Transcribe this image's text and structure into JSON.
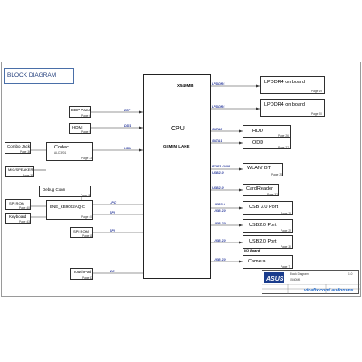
{
  "title": "BLOCK DIAGRAM",
  "cpu": {
    "model": "X540MB",
    "name": "CPU",
    "platform": "GEMINI LAKE"
  },
  "left_blocks": {
    "edp": {
      "label": "EDP Panel",
      "page": "Page 6"
    },
    "hdmi": {
      "label": "HDMI",
      "page": "Page 9"
    },
    "combo": {
      "label": "Combo Jack",
      "page": "Page 36"
    },
    "codec": {
      "label": "Codec",
      "sub": "ALC3201",
      "page": "Page 33"
    },
    "speaker": {
      "label": "MIC/SPEAKER",
      "page": "Page 35"
    },
    "debug": {
      "label": "Debug Conn",
      "page": "Page 37"
    },
    "ene": {
      "label": "ENE_KB9002AQ-C",
      "page": "Page 40"
    },
    "spi_rom1": {
      "label": "SPI ROM",
      "page": "Page 40"
    },
    "keyboard": {
      "label": "Keyboard",
      "page": "Page 43"
    },
    "spi_rom2": {
      "label": "SPI ROM",
      "page": "Page 11"
    },
    "touchpad": {
      "label": "TouchPad",
      "page": "Page 43"
    }
  },
  "right_blocks": {
    "lpddr1": {
      "label": "LPDDR4 on board",
      "page": "Page 19"
    },
    "lpddr2": {
      "label": "LPDDR4 on board",
      "page": "Page 20"
    },
    "hdd": {
      "label": "HDD",
      "page": "Page 26"
    },
    "odd": {
      "label": "ODD",
      "page": "Page 27"
    },
    "wlan": {
      "label": "WLAN/ BT",
      "page": "Page 24"
    },
    "cardreader": {
      "label": "CardReader",
      "page": "Page 32"
    },
    "usb30": {
      "label": "USB 3.0 Port",
      "page": "Page 28"
    },
    "usb20a": {
      "label": "USB2.0 Port",
      "page": "Page 29"
    },
    "usb20b": {
      "label": "USB2.0 Port",
      "page": "Page 30"
    },
    "io_board": {
      "label": "I/O Board"
    },
    "camera": {
      "label": "Camera",
      "page": "Page 7"
    }
  },
  "signals": {
    "edp": "EDP",
    "ddi1": "DDI1",
    "hda": "HDA",
    "lpc": "LPC",
    "spi1": "SPI",
    "spi2": "SPI",
    "i2c": "I2C",
    "ddr_a": "LPDDR4",
    "ddr_b": "LPDDR4",
    "sata0": "SATA0",
    "sata1": "SATA1",
    "pcie": "PCIE1 CNVI",
    "usb2_a": "USB2.0",
    "usb3": "USB3.0",
    "usb2_b": "USB 2.0",
    "usb2_c": "USB 2.0",
    "usb2_d": "USB 2.0"
  },
  "title_block": {
    "title": "Block Diagram",
    "project": "X540MB",
    "company": "ASUS",
    "rev": "1.0"
  },
  "watermark": "vinafix.com/.au/forums",
  "colors": {
    "box_border": "#2f2f2f",
    "signal": "#2a3a9c",
    "title": "#1f3b7a",
    "watermark": "#1a66cc"
  }
}
